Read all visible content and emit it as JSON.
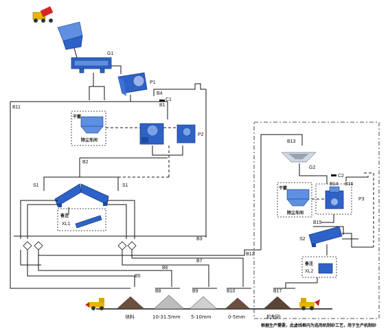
{
  "equipment": {
    "g1": "G1",
    "p1": "P1",
    "p2": "P2",
    "s1_left": "S1",
    "s1_right": "S1",
    "xl1": "XL1",
    "g2": "G2",
    "p3": "P3",
    "s2": "S2",
    "xl2": "XL2",
    "c1": "C1",
    "c2": "C2"
  },
  "belts": {
    "b1": "B1",
    "b2": "B2",
    "b3": "B3",
    "b4": "B4",
    "b5": "B5",
    "b6": "B6",
    "b7": "B7",
    "b8": "B8",
    "b9": "B9",
    "b10": "B10",
    "b11": "B11",
    "b12": "B12",
    "b13": "B13",
    "b14": "B14",
    "b15": "B15",
    "b16": "B16",
    "b17": "B17"
  },
  "annotations": {
    "dust_left_title": "干雾",
    "dust_left_sub": "除尘车间",
    "dust_right_title": "干雾",
    "dust_right_sub": "除尘车间",
    "washer_left_title": "备注",
    "washer_right_title": "备注"
  },
  "outputs": {
    "o1": "块料",
    "o2": "10-31.5mm",
    "o3": "5-10mm",
    "o4": "0-5mm",
    "o5": "机制砂"
  },
  "footnote": "根据生产需要，此虚线框内为选用机制砂工艺，用于生产机制砂",
  "colors": {
    "equipment": "#2e62c8",
    "equipment_dark": "#173d8a",
    "pile_dark": "#6b5040",
    "pile_light": "#bdbdbd",
    "truck": "#e6b600"
  }
}
